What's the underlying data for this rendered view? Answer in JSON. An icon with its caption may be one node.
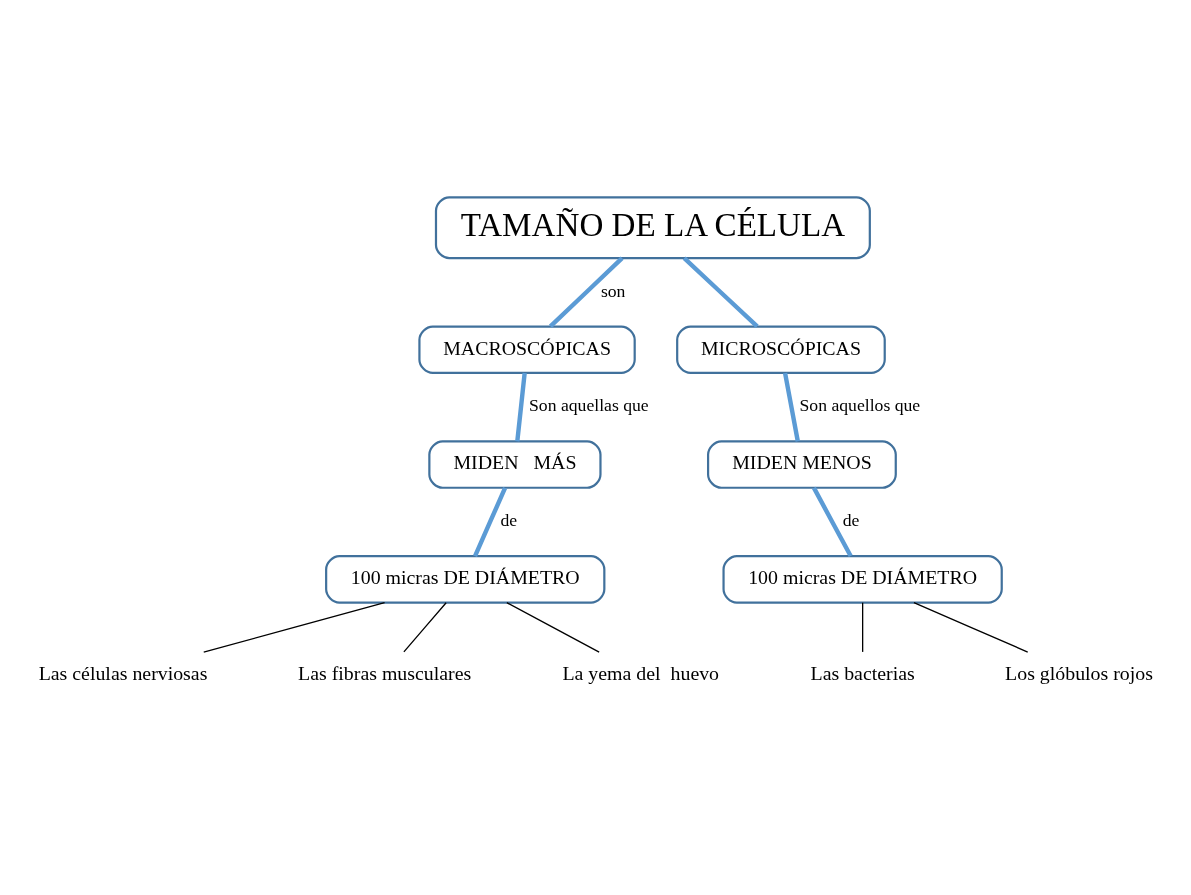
{
  "diagram": {
    "nodes": [
      {
        "text": [
          "TAMAÑO DE LA CÉLULA"
        ]
      },
      {
        "text": [
          "MACROSCÓPICAS"
        ]
      },
      {
        "text": [
          "MICROSCÓPICAS"
        ]
      },
      {
        "text": [
          "MIDEN   MÁS"
        ]
      },
      {
        "text": [
          "100 micras DE DIÁMETRO"
        ]
      },
      {
        "text": [
          "MIDEN MENOS"
        ]
      },
      {
        "text": [
          "100 micras DE DIÁMETRO"
        ]
      },
      {
        "text": [
          "Las células nerviosas"
        ]
      },
      {
        "text": [
          "Las fibras musculares"
        ]
      },
      {
        "text": [
          "La yema del  huevo"
        ]
      },
      {
        "text": [
          "Las bacterias"
        ]
      },
      {
        "text": [
          "Los glóbulos rojos"
        ]
      }
    ],
    "edges": [
      {
        "from": 0,
        "to": 1,
        "arrow": "none",
        "label": "son"
      },
      {
        "from": 0,
        "to": 2,
        "arrow": "none"
      },
      {
        "from": 1,
        "to": 3,
        "arrow": "none",
        "label": "Son aquellas que"
      },
      {
        "from": 3,
        "to": 4,
        "arrow": "none",
        "label": "de"
      },
      {
        "from": 2,
        "to": 5,
        "arrow": "none",
        "label": "Son aquellos que"
      },
      {
        "from": 5,
        "to": 6,
        "arrow": "none",
        "label": "de"
      },
      {
        "from": 4,
        "to": 7,
        "arrow": "none",
        "color": "#000000"
      },
      {
        "from": 4,
        "to": 8,
        "arrow": "none",
        "color": "#000000"
      },
      {
        "from": 4,
        "to": 9,
        "arrow": "none",
        "color": "#000000"
      },
      {
        "from": 6,
        "to": 10,
        "arrow": "none",
        "color": "#000000"
      },
      {
        "from": 6,
        "to": 11,
        "arrow": "none",
        "color": "#000000"
      }
    ]
  }
}
